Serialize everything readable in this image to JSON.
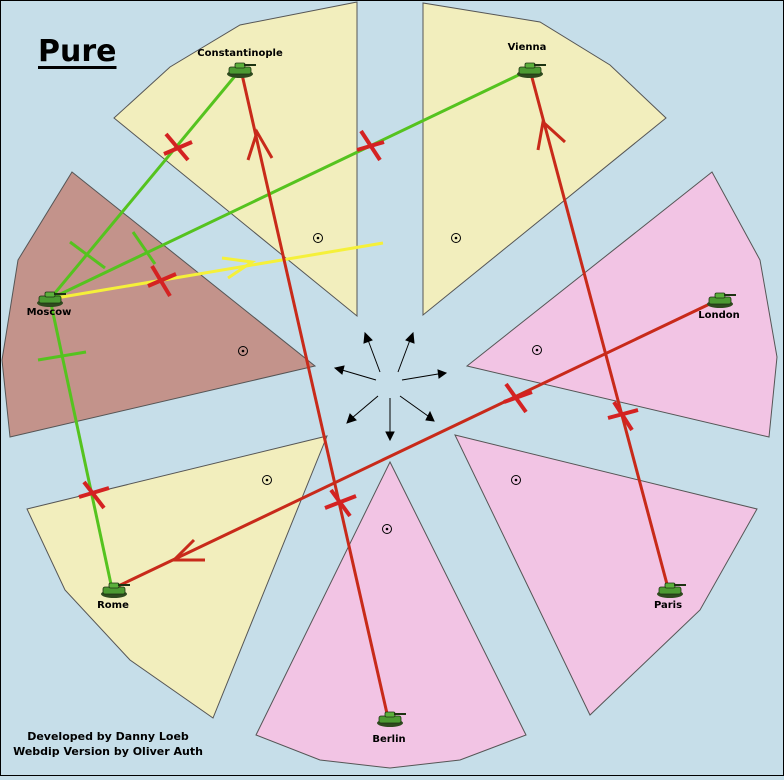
{
  "map": {
    "title": "Pure",
    "credits": {
      "line1": "Developed by Danny Loeb",
      "line2": "Webdip Version by Oliver Auth"
    },
    "colors": {
      "sea": "#c6dee9",
      "neutral_territory": "#f2eebd",
      "moscow_territory": "#c3938b",
      "pink_territory": "#f2c4e4",
      "green_move": "#55c31f",
      "red_move": "#c82a1a",
      "yellow_move": "#f5f03a",
      "failed_mark": "#d42222"
    },
    "cities": [
      {
        "key": "constantinople",
        "label": "Constantinople",
        "owner": "green"
      },
      {
        "key": "vienna",
        "label": "Vienna",
        "owner": "green"
      },
      {
        "key": "moscow",
        "label": "Moscow",
        "owner": "green"
      },
      {
        "key": "london",
        "label": "London",
        "owner": "red"
      },
      {
        "key": "rome",
        "label": "Rome",
        "owner": "green"
      },
      {
        "key": "paris",
        "label": "Paris",
        "owner": "red"
      },
      {
        "key": "berlin",
        "label": "Berlin",
        "owner": "red"
      }
    ],
    "units": [
      {
        "city": "constantinople",
        "type": "tank-icon"
      },
      {
        "city": "vienna",
        "type": "tank-icon"
      },
      {
        "city": "moscow",
        "type": "tank-icon"
      },
      {
        "city": "london",
        "type": "tank-icon"
      },
      {
        "city": "rome",
        "type": "tank-icon"
      },
      {
        "city": "paris",
        "type": "tank-icon"
      },
      {
        "city": "berlin",
        "type": "tank-icon"
      }
    ],
    "orders": [
      {
        "from": "moscow",
        "to": "constantinople",
        "kind": "support",
        "color": "green",
        "failed": true
      },
      {
        "from": "moscow",
        "to": "vienna",
        "kind": "support",
        "color": "green",
        "failed": true
      },
      {
        "from": "moscow",
        "to": "rome",
        "kind": "support",
        "color": "green",
        "failed": true
      },
      {
        "from": "moscow",
        "to": "center",
        "kind": "move",
        "color": "yellow",
        "failed": true
      },
      {
        "from": "berlin",
        "to": "constantinople",
        "kind": "move",
        "color": "red",
        "failed": true
      },
      {
        "from": "paris",
        "to": "vienna",
        "kind": "move",
        "color": "red",
        "failed": true
      },
      {
        "from": "london",
        "to": "rome",
        "kind": "move",
        "color": "red",
        "failed": true
      }
    ]
  }
}
